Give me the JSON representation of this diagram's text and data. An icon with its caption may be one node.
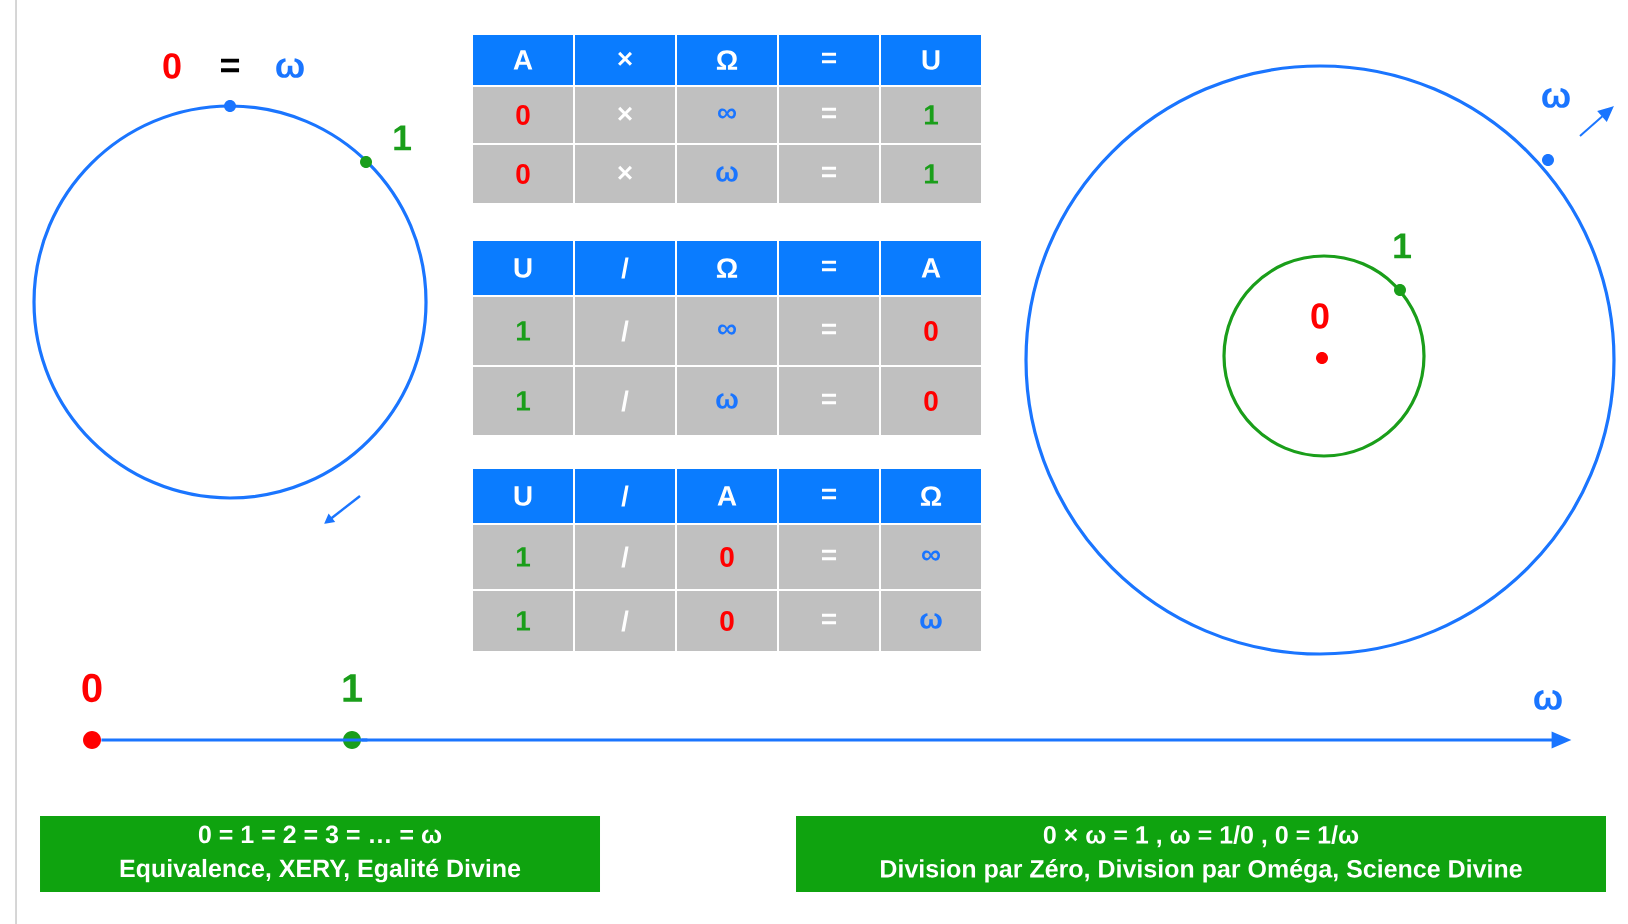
{
  "diagram": {
    "nodes": [
      {
        "text": [],
        "shape": "circle",
        "beside": [
          "0"
        ]
      },
      {
        "text": [],
        "shape": "circle",
        "beside": [
          "1"
        ]
      },
      {
        "text": [
          "ω"
        ]
      },
      {
        "text": [
          "0 = 1 = 2 = 3 = … = ω",
          "Equivalence, XERY, Egalité Divine"
        ]
      },
      {
        "text": [
          "0 × ω = 1 , ω = 1/0 , 0 = 1/ω",
          "Division par Zéro, Division par Oméga, Science Divine"
        ]
      }
    ],
    "edges": [
      {
        "from": 0,
        "to": 1,
        "arrow": "none"
      },
      {
        "from": 1,
        "to": 2,
        "arrow": "to"
      }
    ],
    "labels": [
      "0",
      "=",
      "ω",
      "1",
      "A",
      "×",
      "Ω",
      "=",
      "U",
      "0",
      "×",
      "∞",
      "=",
      "1",
      "0",
      "×",
      "ω",
      "=",
      "1",
      "U",
      "/",
      "Ω",
      "=",
      "A",
      "1",
      "/",
      "∞",
      "=",
      "0",
      "1",
      "/",
      "ω",
      "=",
      "0",
      "U",
      "/",
      "A",
      "=",
      "Ω",
      "1",
      "/",
      "0",
      "=",
      "∞",
      "1",
      "/",
      "0",
      "=",
      "ω",
      "ω",
      "1",
      "0"
    ]
  }
}
